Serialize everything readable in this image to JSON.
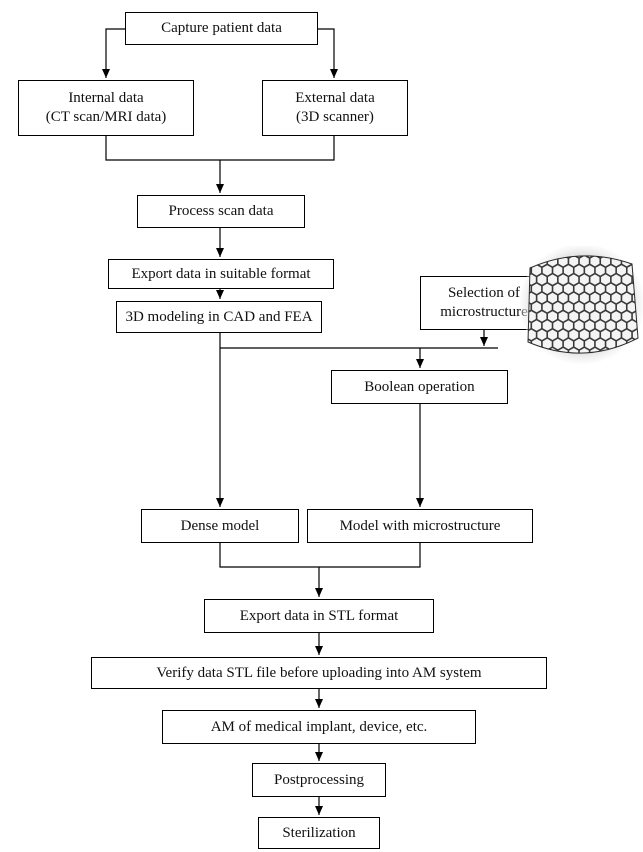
{
  "steps": {
    "capture": "Capture patient data",
    "internal_line1": "Internal data",
    "internal_line2": "(CT scan/MRI data)",
    "external_line1": "External data",
    "external_line2": "(3D scanner)",
    "process": "Process scan data",
    "export_suitable": "Export data in suitable format",
    "modeling": "3D modeling in CAD and FEA",
    "selection_line1": "Selection of",
    "selection_line2": "microstructure",
    "boolean": "Boolean operation",
    "dense": "Dense model",
    "microstructure_model": "Model with microstructure",
    "export_stl": "Export data in STL format",
    "verify": "Verify data STL file before uploading into AM system",
    "am": "AM of medical implant, device, etc.",
    "postprocessing": "Postprocessing",
    "sterilization": "Sterilization"
  },
  "colors": {
    "line": "#000000",
    "box_fill": "#ffffff",
    "lattice_dark": "#3a3a3a",
    "lattice_light": "#f4f4f4"
  },
  "icons": {
    "microstructure_image": "hexagonal-lattice-cube"
  }
}
